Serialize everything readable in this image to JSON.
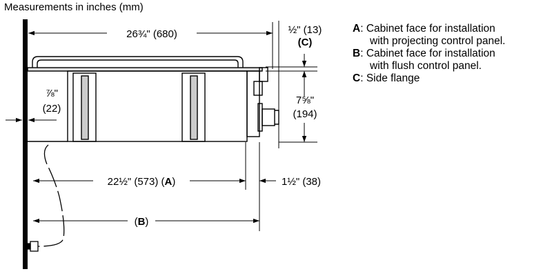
{
  "heading": "Measurements in inches (mm)",
  "dimensions": {
    "overall_width": "26¾\" (680)",
    "flange_inch": "½\" (13)",
    "flange_ref": "(C)",
    "offset_inch": "⅞\"",
    "offset_mm": "(22)",
    "height_inch": "7⅝\"",
    "height_mm": "(194)",
    "depth_a_text": "22½\" (573) (",
    "depth_a_letter": "A",
    "depth_a_close": ")",
    "panel_depth": "1½\" (38)",
    "depth_b_open": "(",
    "depth_b_letter": "B",
    "depth_b_close": ")"
  },
  "legend": [
    {
      "letter": "A",
      "line1": ": Cabinet face for installation",
      "line2": "with projecting control panel."
    },
    {
      "letter": "B",
      "line1": ": Cabinet face for installation",
      "line2": "with flush control panel."
    },
    {
      "letter": "C",
      "line1": ": Side flange",
      "line2": ""
    }
  ],
  "colors": {
    "line": "#000000",
    "background": "#ffffff"
  }
}
